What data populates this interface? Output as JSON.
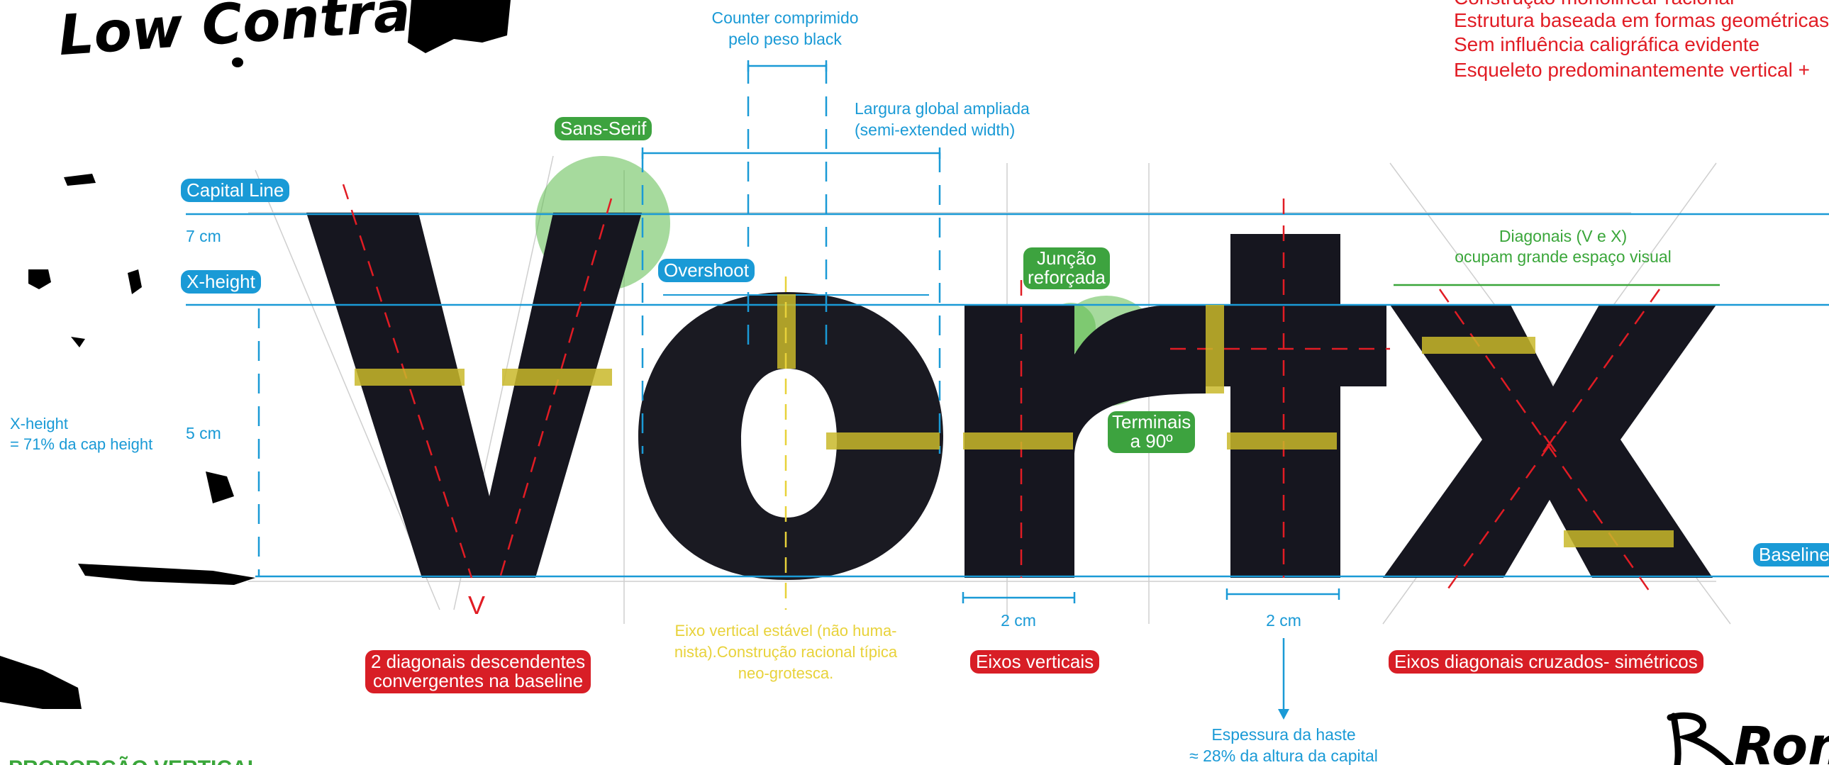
{
  "top_right_notes": [
    "Construção monolinear racional",
    "Estrutura baseada em formas geométricas",
    "Sem influência caligráfica evidente",
    "Esqueleto predominantemente vertical +"
  ],
  "handwritten": {
    "top_left": "Low Contrast",
    "bottom_right": "Roman"
  },
  "bottom_left_heading": "PROPORÇÃO VERTICAL",
  "guides": {
    "capital_line": "Capital Line",
    "x_height": "X-height",
    "baseline": "Baseline",
    "cap_measure": "7 cm",
    "x_measure": "5 cm",
    "x_ratio_line1": "X-height",
    "x_ratio_line2": "= 71% da cap height"
  },
  "annotations": {
    "counter_line1": "Counter comprimido",
    "counter_line2": "pelo peso black",
    "width_line1": "Largura global ampliada",
    "width_line2": "(semi-extended width)",
    "sans_serif": "Sans-Serif",
    "overshoot": "Overshoot",
    "juncao_line1": "Junção",
    "juncao_line2": "reforçada",
    "terminais_line1": "Terminais",
    "terminais_line2": "a 90º",
    "diagonais_line1": "Diagonais (V e X)",
    "diagonais_line2": "ocupam grande espaço visual",
    "v_mark": "V",
    "x_mark": "X",
    "diag_desc_line1": "2 diagonais descendentes",
    "diag_desc_line2": "convergentes na baseline",
    "eixo_line1": "Eixo vertical estável (não huma-",
    "eixo_line2": "nista).Construção racional típica",
    "eixo_line3": "neo-grotesca.",
    "measure_r": "2 cm",
    "measure_t": "2 cm",
    "eixos_verticais": "Eixos verticais",
    "eixos_diagonais": "Eixos diagonais cruzados- simétricos",
    "espessura_line1": "Espessura da haste",
    "espessura_line2": "≈ 28% da altura da capital"
  },
  "letters": [
    "V",
    "o",
    "r",
    "t",
    "x"
  ],
  "colors": {
    "guide_blue": "#1a9ad6",
    "axis_red": "#e11c24",
    "highlight_yellow": "#e8d23a",
    "note_green": "#3aa63a",
    "ink": "#16161f"
  }
}
